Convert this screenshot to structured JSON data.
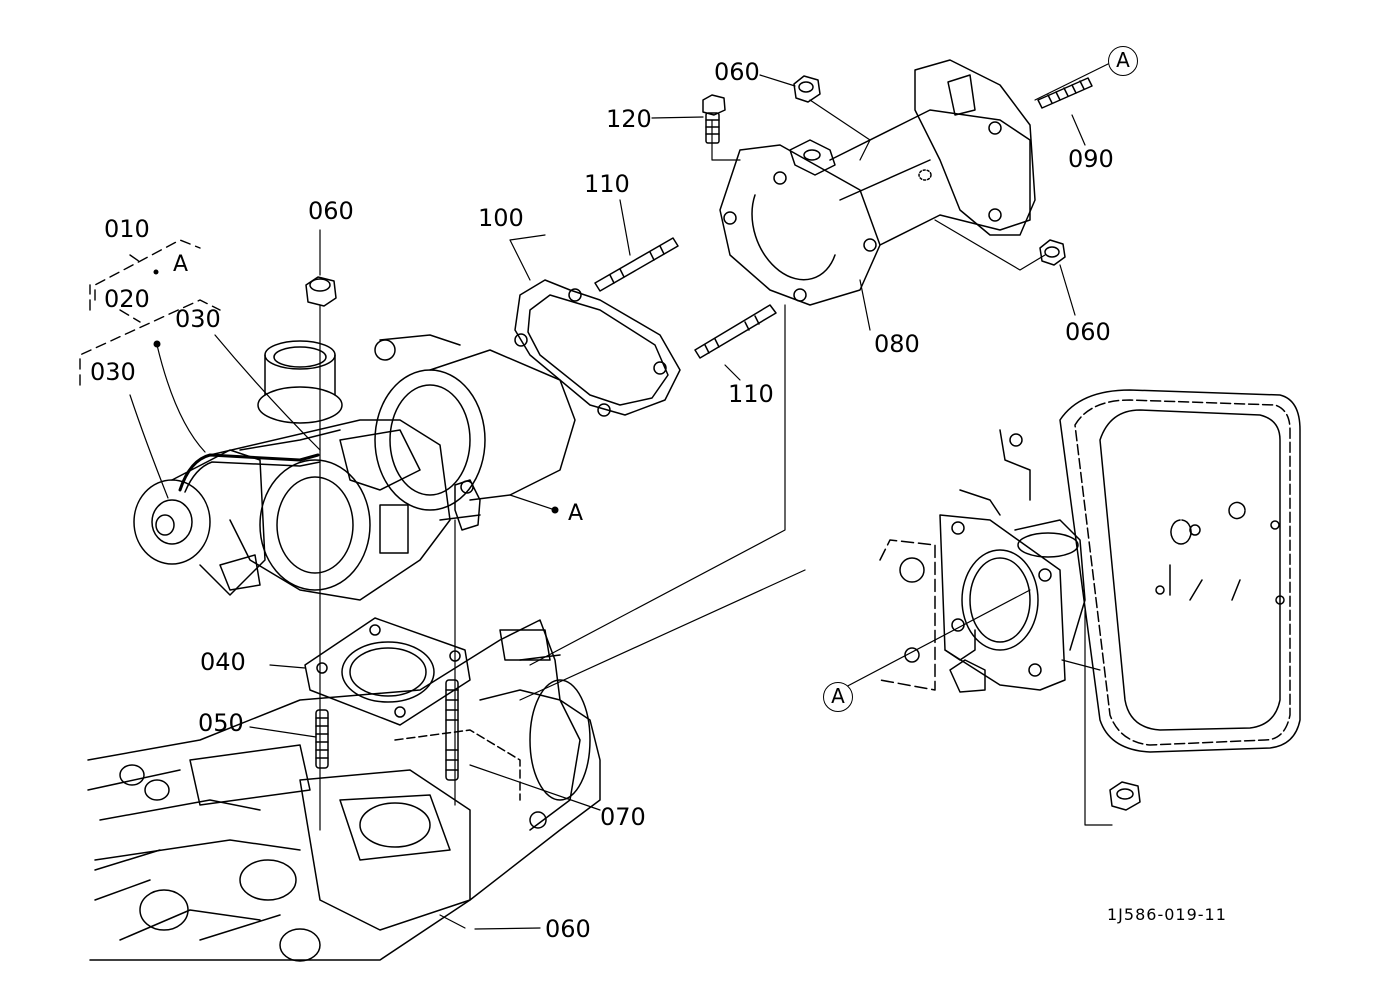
{
  "callouts": {
    "c010": "010",
    "c020": "020",
    "c030a": "030",
    "c030b": "030",
    "c040": "040",
    "c050": "050",
    "c060_top": "060",
    "c060_left": "060",
    "c060_right": "060",
    "c060_bottom": "060",
    "c070": "070",
    "c080": "080",
    "c090": "090",
    "c100": "100",
    "c110_top": "110",
    "c110_bottom": "110",
    "c120": "120"
  },
  "refs": {
    "a_group": "A",
    "a_turbo": "A",
    "a_circle_top": "A",
    "a_circle_detail": "A"
  },
  "drawing_code": "1J586-019-11"
}
